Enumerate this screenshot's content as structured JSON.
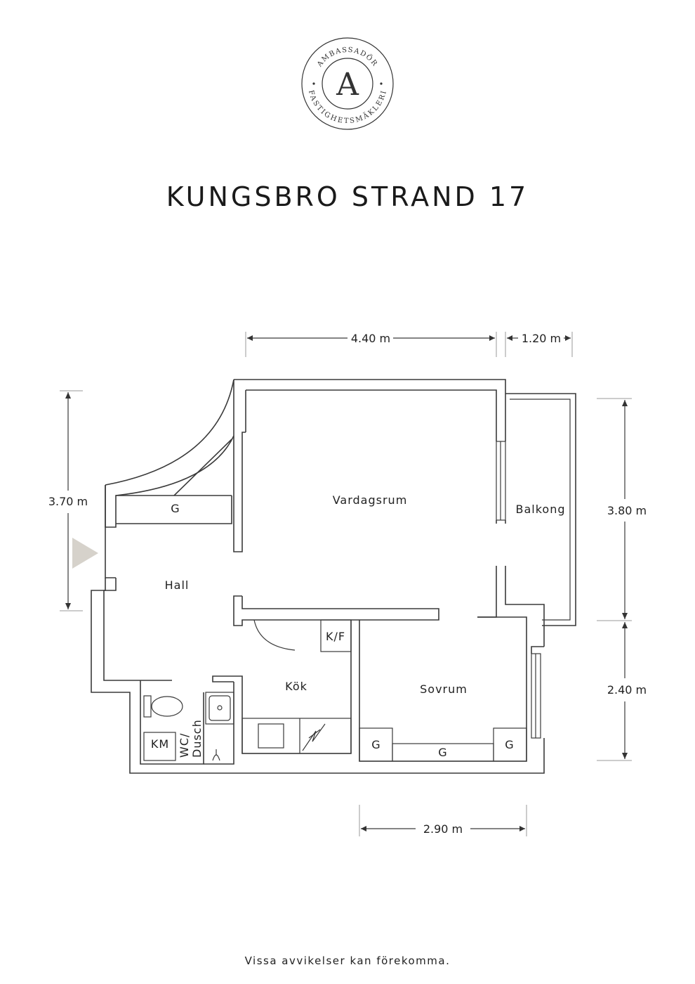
{
  "logo": {
    "top_text": "AMBASSADÖR",
    "bottom_text": "FASTIGHETSMÄKLERI",
    "monogram": "A"
  },
  "title": "KUNGSBRO STRAND 17",
  "rooms": {
    "vardagsrum": "Vardagsrum",
    "balkong": "Balkong",
    "hall": "Hall",
    "kok": "Kök",
    "sovrum": "Sovrum",
    "kf": "K/F",
    "km": "KM",
    "wc": "WC/",
    "dusch": "Dusch",
    "g_hall": "G",
    "g_sovrum_left": "G",
    "g_sovrum_mid": "G",
    "g_sovrum_right": "G"
  },
  "dimensions": {
    "top_living": "4.40 m",
    "top_balcony": "1.20 m",
    "left": "3.70 m",
    "right_upper": "3.80 m",
    "right_lower": "2.40 m",
    "bottom": "2.90 m"
  },
  "entrance_marker_color": "#d6d2cb",
  "disclaimer": "Vissa avvikelser kan förekomma."
}
